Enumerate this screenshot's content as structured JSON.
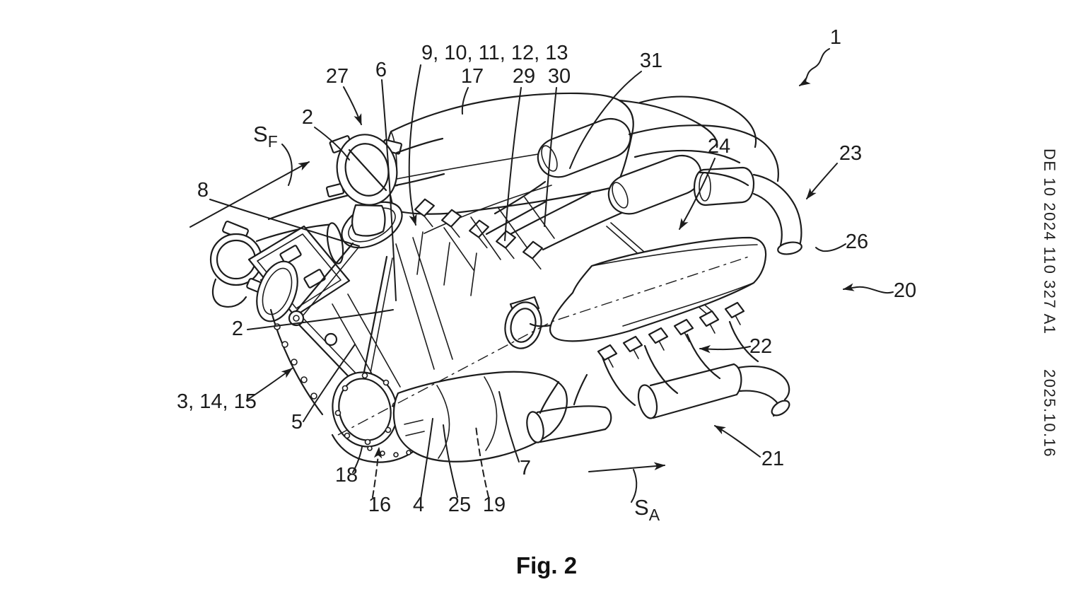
{
  "figure": {
    "caption": "Fig. 2"
  },
  "patent": {
    "number": "DE 10 2024 110 327 A1",
    "publication_date": "2025.10.16"
  },
  "flow_arrows": {
    "front": {
      "base": "S",
      "sub": "F"
    },
    "rear": {
      "base": "S",
      "sub": "A"
    }
  },
  "reference_labels": [
    {
      "text": "9, 10, 11, 12, 13"
    },
    {
      "text": "27"
    },
    {
      "text": "6"
    },
    {
      "text": "17"
    },
    {
      "text": "29"
    },
    {
      "text": "30"
    },
    {
      "text": "31"
    },
    {
      "text": "1"
    },
    {
      "text": "2"
    },
    {
      "text": "8"
    },
    {
      "text": "2"
    },
    {
      "text": "3, 14, 15"
    },
    {
      "text": "5"
    },
    {
      "text": "18"
    },
    {
      "text": "16"
    },
    {
      "text": "4"
    },
    {
      "text": "25"
    },
    {
      "text": "19"
    },
    {
      "text": "7"
    },
    {
      "text": "24"
    },
    {
      "text": "23"
    },
    {
      "text": "26"
    },
    {
      "text": "20"
    },
    {
      "text": "22"
    },
    {
      "text": "21"
    }
  ],
  "colors": {
    "ink": "#1c1c1c",
    "background": "#ffffff"
  }
}
